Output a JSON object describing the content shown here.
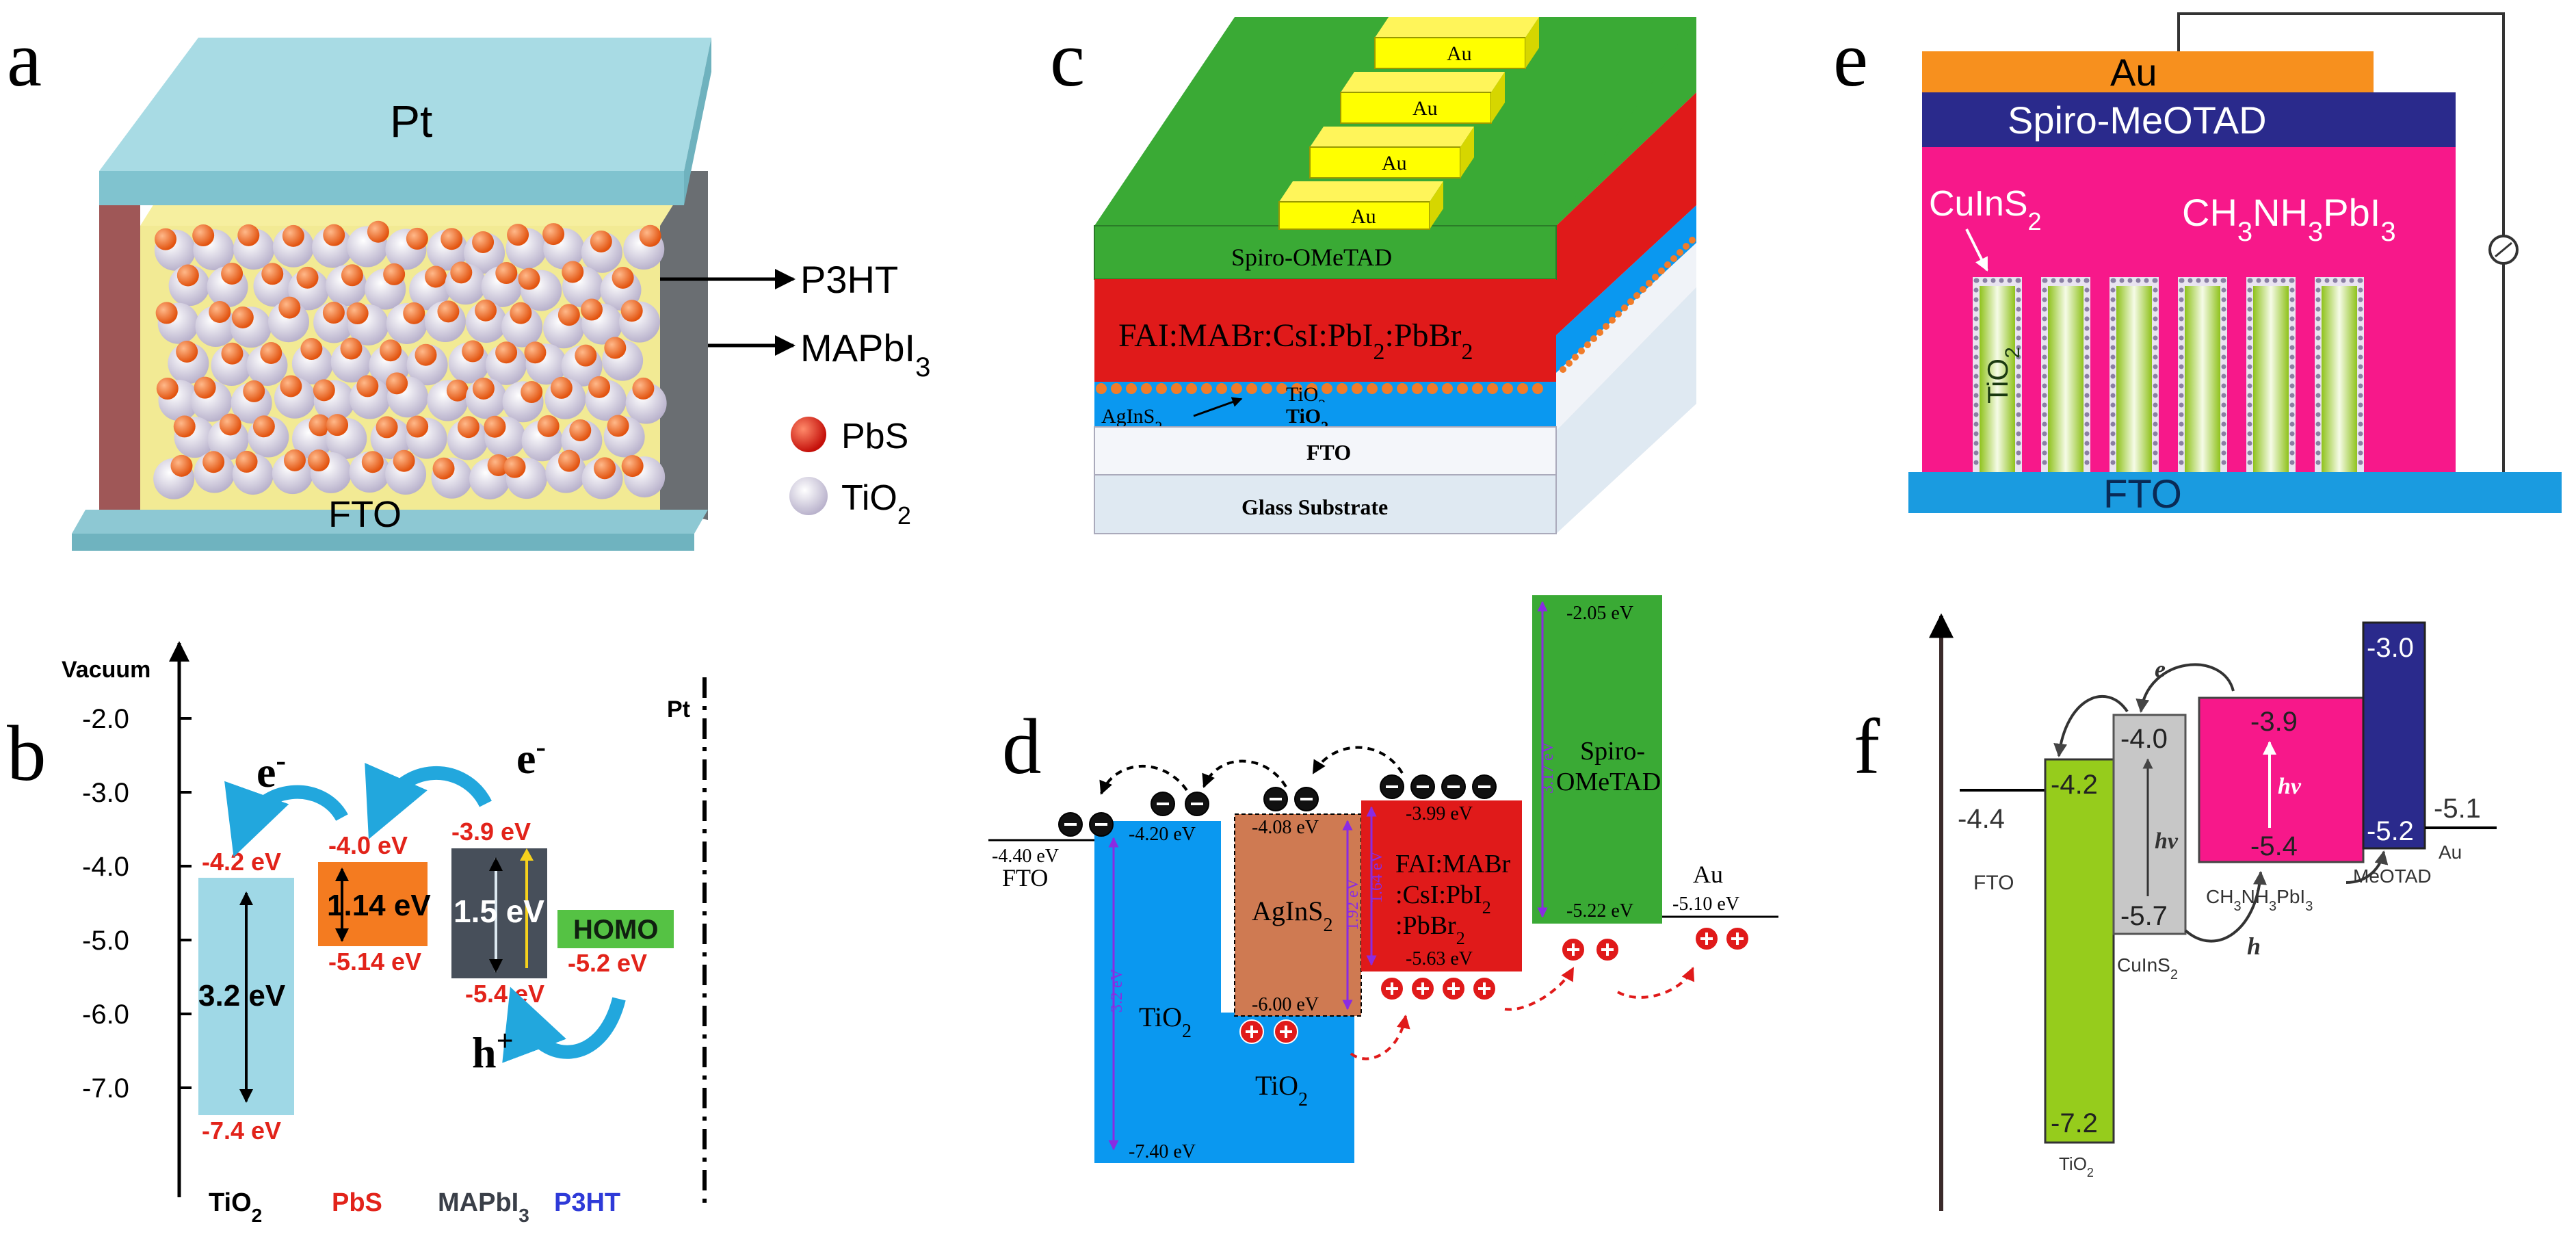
{
  "panels": {
    "a": {
      "label": "a",
      "top_electrode": "Pt",
      "bottom_electrode": "FTO",
      "callouts": [
        "P3HT",
        "MAPbI3"
      ],
      "legend": [
        {
          "name": "PbS",
          "color": "#e8441c"
        },
        {
          "name": "TiO2",
          "color": "#c9c3dd"
        }
      ]
    },
    "b": {
      "label": "b",
      "axis_title": "Vacuum",
      "ticks": [
        "-2.0",
        "-3.0",
        "-4.0",
        "-5.0",
        "-6.0",
        "-7.0"
      ],
      "pt_label": "Pt",
      "carriers": {
        "e1": "e-",
        "e2": "e-",
        "h": "h+"
      },
      "layers": [
        {
          "name": "TiO2",
          "top": "-4.2 eV",
          "bottom": "-7.4 eV",
          "gap": "3.2 eV",
          "color": "#9fd8e6"
        },
        {
          "name": "PbS",
          "top": "-4.0 eV",
          "bottom": "-5.14 eV",
          "gap": "1.14 eV",
          "color": "#f47b20"
        },
        {
          "name": "MAPbI3",
          "top": "-3.9 eV",
          "bottom": "-5.4 eV",
          "gap": "1.5 eV",
          "color": "#474f5a"
        },
        {
          "name": "P3HT",
          "homo_label": "HOMO",
          "homo": "-5.2 eV",
          "color": "#55c244"
        }
      ]
    },
    "c": {
      "label": "c",
      "electrodes": [
        "Au",
        "Au",
        "Au",
        "Au"
      ],
      "layers": [
        "Spiro-OMeTAD",
        "FAI:MABr:CsI:PbI2:PbBr2",
        "TiO2",
        "TiO2",
        "FTO",
        "Glass Substrate"
      ],
      "pointer": "AgInS2"
    },
    "d": {
      "label": "d",
      "fto": {
        "name": "FTO",
        "level": "-4.40 eV"
      },
      "tio2": {
        "name": "TiO2",
        "top": "-4.20 eV",
        "bottom": "-7.40 eV",
        "gap": "3.2 eV"
      },
      "tio2_lower": "TiO2",
      "agins2": {
        "name": "AgInS2",
        "top": "-4.08 eV",
        "bottom": "-6.00 eV",
        "gap": "1.92 eV"
      },
      "perov": {
        "name_lines": [
          "FAI:MABr",
          ":CsI:PbI2",
          ":PbBr2"
        ],
        "top": "-3.99 eV",
        "bottom": "-5.63 eV",
        "gap": "1.64 eV"
      },
      "spiro": {
        "name_lines": [
          "Spiro-",
          "OMeTAD"
        ],
        "top": "-2.05 eV",
        "bottom": "-5.22 eV",
        "gap": "3.17 eV"
      },
      "au": {
        "name": "Au",
        "level": "-5.10 eV"
      }
    },
    "e": {
      "label": "e",
      "layers": [
        "Au",
        "Spiro-MeOTAD",
        "CH3NH3PbI3",
        "CuInS2",
        "TiO2",
        "FTO"
      ]
    },
    "f": {
      "label": "f",
      "fto": {
        "name": "FTO",
        "level": "-4.4"
      },
      "tio2": {
        "name": "TiO2",
        "top": "-4.2",
        "bottom": "-7.2"
      },
      "cuins2": {
        "name": "CuInS2",
        "top": "-4.0",
        "bottom": "-5.7"
      },
      "perov": {
        "name": "CH3NH3PbI3",
        "top": "-3.9",
        "bottom": "-5.4"
      },
      "meotad": {
        "name": "MeOTAD",
        "top": "-3.0",
        "bottom": "-5.2"
      },
      "au": {
        "name": "Au",
        "level": "-5.1"
      },
      "symbols": {
        "e": "e",
        "h": "h",
        "hv": "hv"
      }
    }
  },
  "colors": {
    "pt_plate": "#97cfd9",
    "fto_plate": "#8dc8d3",
    "p3ht_fill": "#f1e98e",
    "spiro_green": "#3aaa35",
    "perov_red": "#e01a1a",
    "tio2_blue": "#0a98f0",
    "au_yellow": "#ffff00",
    "e_pink": "#f7188a",
    "e_navy": "#2a2a8c",
    "e_orange": "#f7901e",
    "lime": "#96cc1c",
    "agins2_brown": "#cf7a52"
  }
}
